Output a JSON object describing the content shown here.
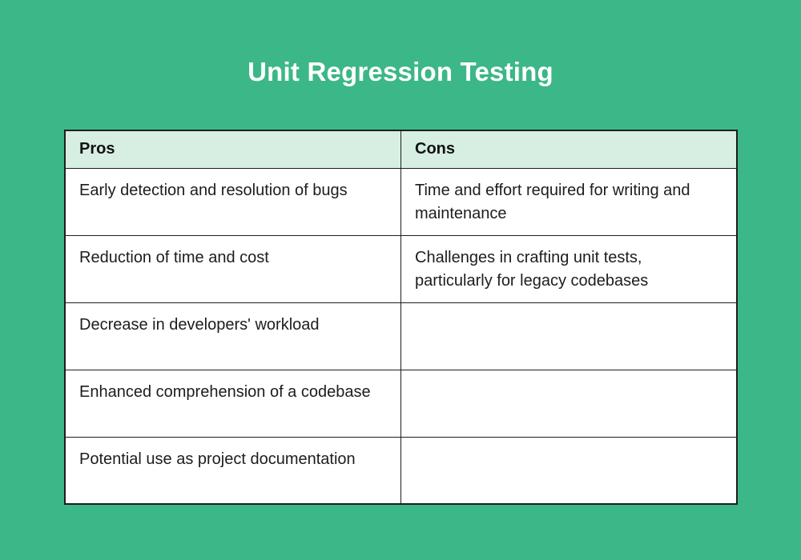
{
  "page": {
    "background_color": "#3cb787",
    "title_color": "#ffffff"
  },
  "colors": {
    "header_bg": "#d6efe2",
    "cell_bg": "#ffffff",
    "border": "#1e1e1e",
    "text": "#1d1d1d"
  },
  "chart_data": {
    "type": "table",
    "title": "Unit Regression Testing",
    "columns": [
      "Pros",
      "Cons"
    ],
    "rows": [
      [
        "Early detection and resolution of bugs",
        "Time and effort required for writing and maintenance"
      ],
      [
        "Reduction of time and cost",
        "Challenges in crafting unit tests, particularly for legacy codebases"
      ],
      [
        "Decrease in developers' workload",
        ""
      ],
      [
        "Enhanced comprehension of a codebase",
        ""
      ],
      [
        "Potential use as project documentation",
        ""
      ]
    ],
    "legend_position": "none",
    "grid": true
  }
}
